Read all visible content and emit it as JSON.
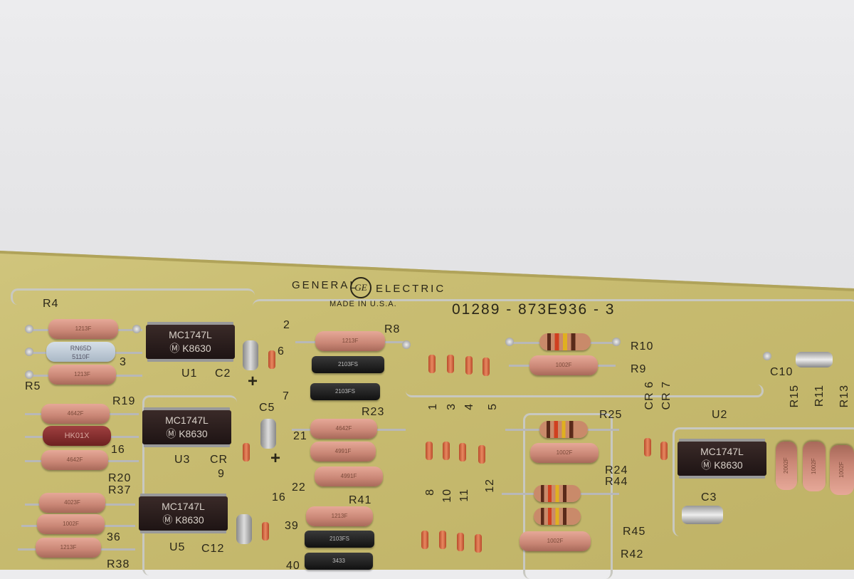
{
  "header": {
    "brand_left": "GENERAL",
    "brand_right": "ELECTRIC",
    "logo_text": "GE",
    "origin": "MADE IN U.S.A.",
    "part_number": "01289 - 873E936 - 3"
  },
  "ic": {
    "part": "MC1747L",
    "code": "K8630",
    "logo": "M"
  },
  "resistor_codes": [
    "1213F",
    "RN65D",
    "5110F",
    "HK01X",
    "4642F",
    "4023F",
    "1002F",
    "2103FS",
    "3433",
    "4991F",
    "2002F"
  ],
  "labels": {
    "R4": "R4",
    "R5": "R5",
    "n3": "3",
    "R19": "R19",
    "n16": "16",
    "R20": "R20",
    "R37": "R37",
    "n36": "36",
    "R38": "R38",
    "U1": "U1",
    "C2": "C2",
    "U3": "U3",
    "CR": "CR",
    "n9": "9",
    "U5": "U5",
    "C12": "C12",
    "n2": "2",
    "n6": "6",
    "n7": "7",
    "C5": "C5",
    "n21": "21",
    "n22": "22",
    "n16b": "16",
    "n39": "39",
    "n40": "40",
    "R8": "R8",
    "R23": "R23",
    "R41": "R41",
    "c1": "1",
    "c3": "3",
    "c4": "4",
    "c5": "5",
    "c8": "8",
    "c10": "10",
    "c11": "11",
    "c12": "12",
    "R10": "R10",
    "R9": "R9",
    "R25": "R25",
    "R24": "R24",
    "R44": "R44",
    "R45": "R45",
    "R42": "R42",
    "CR6": "CR 6",
    "CR7": "CR 7",
    "U2": "U2",
    "C3": "C3",
    "C10": "C10",
    "R15": "R15",
    "R11": "R11",
    "R13": "R13",
    "plus": "+"
  }
}
